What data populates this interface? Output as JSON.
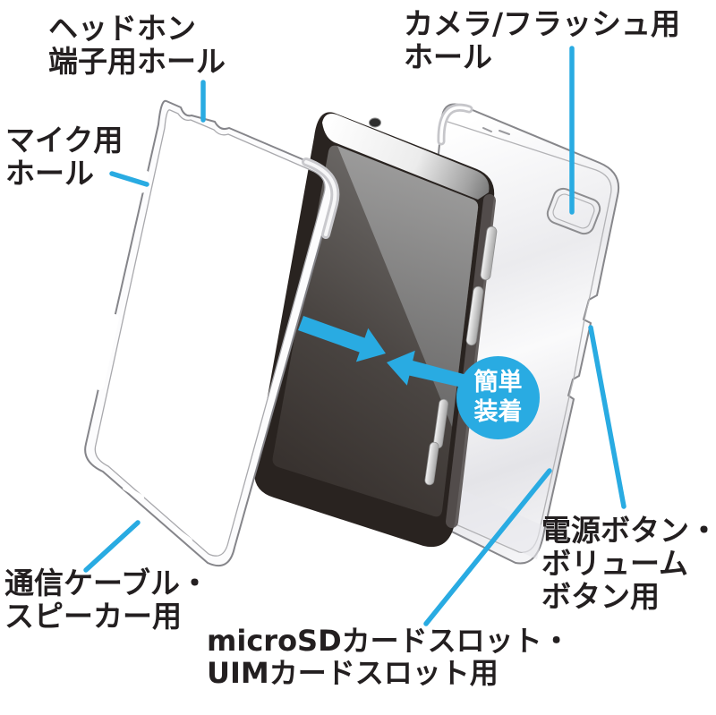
{
  "colors": {
    "accent": "#29abe2",
    "text": "#231f20"
  },
  "labels": {
    "headphone_hole": {
      "line1": "ヘッドホン",
      "line2": "端子用ホール"
    },
    "mic_hole": {
      "line1": "マイク用",
      "line2": "ホール"
    },
    "camera_flash_hole": {
      "line1": "カメラ/フラッシュ用",
      "line2": "ホール"
    },
    "cable_speaker": {
      "line1": "通信ケーブル・",
      "line2": "スピーカー用"
    },
    "card_slots": {
      "line1": "microSDカードスロット・",
      "line2": "UIMカードスロット用"
    },
    "power_volume": {
      "line1": "電源ボタン・",
      "line2": "ボリューム",
      "line3": "ボタン用"
    },
    "easy_badge": {
      "line1": "簡単",
      "line2": "装着"
    }
  }
}
